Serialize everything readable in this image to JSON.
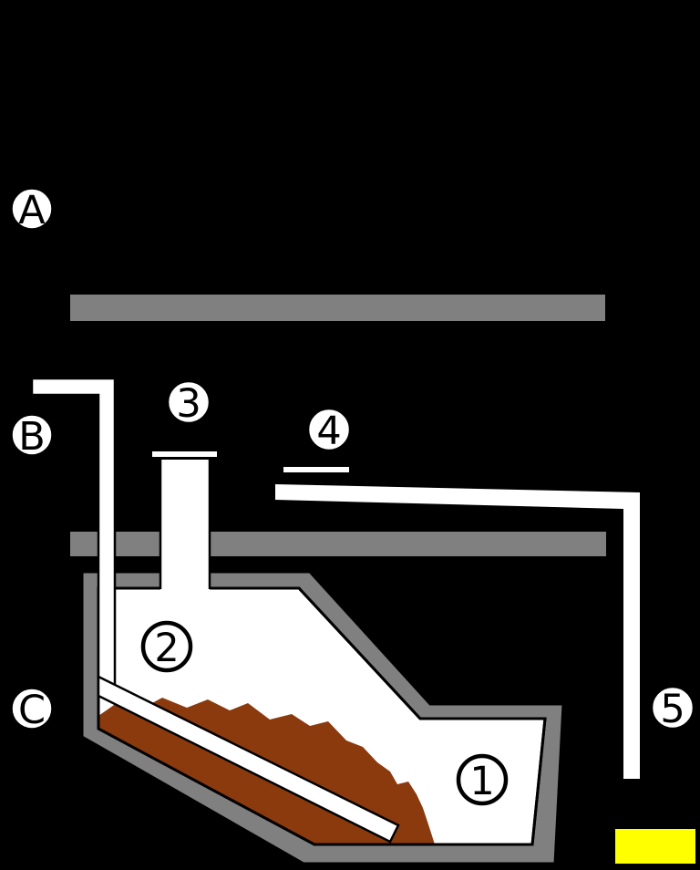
{
  "diagram": {
    "markers": {
      "A": "A",
      "B": "B",
      "C": "C",
      "n1": "1",
      "n2": "2",
      "n3": "3",
      "n4": "4",
      "n5": "5"
    },
    "colors": {
      "background": "#000000",
      "wall_gray": "#808080",
      "interior_white": "#ffffff",
      "sludge_brown": "#8B3A0E",
      "outline_black": "#000000",
      "scale_bar_yellow": "#FFFF00"
    }
  }
}
